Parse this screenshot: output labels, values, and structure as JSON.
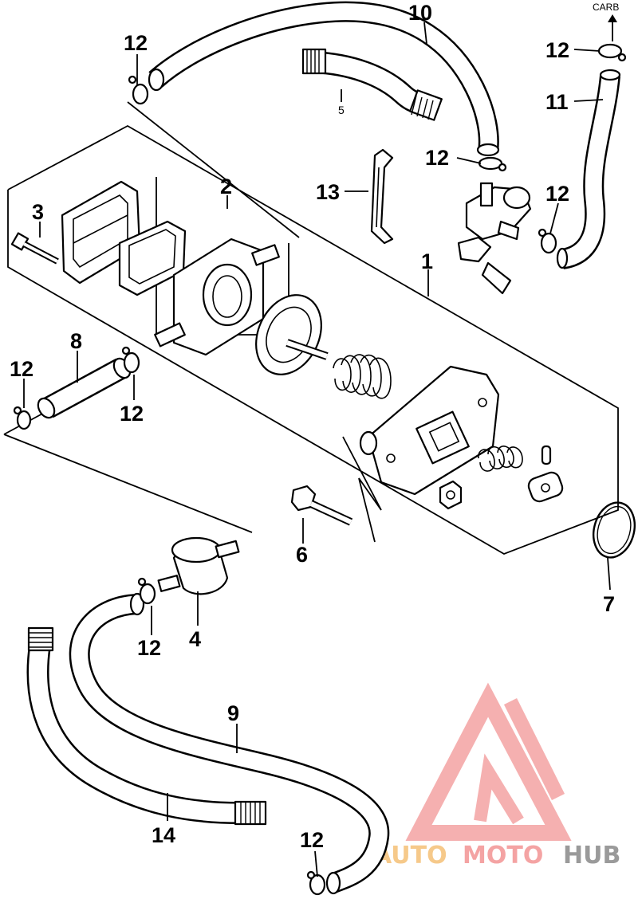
{
  "callouts": {
    "c1": "1",
    "c2": "2",
    "c3": "3",
    "c4": "4",
    "c5": "5",
    "c6": "6",
    "c7": "7",
    "c8": "8",
    "c9": "9",
    "c10": "10",
    "c11": "11",
    "c12": "12",
    "c13": "13",
    "c14": "14"
  },
  "carb_label": "CARB",
  "watermark": {
    "part1": "AUTO",
    "part2": "MOTO",
    "part3": "HUB",
    "color_auto": "#f6c98a",
    "color_moto": "#f4a3a3",
    "color_hub": "#9a9a9a",
    "logo_color": "#f4a3a3"
  }
}
